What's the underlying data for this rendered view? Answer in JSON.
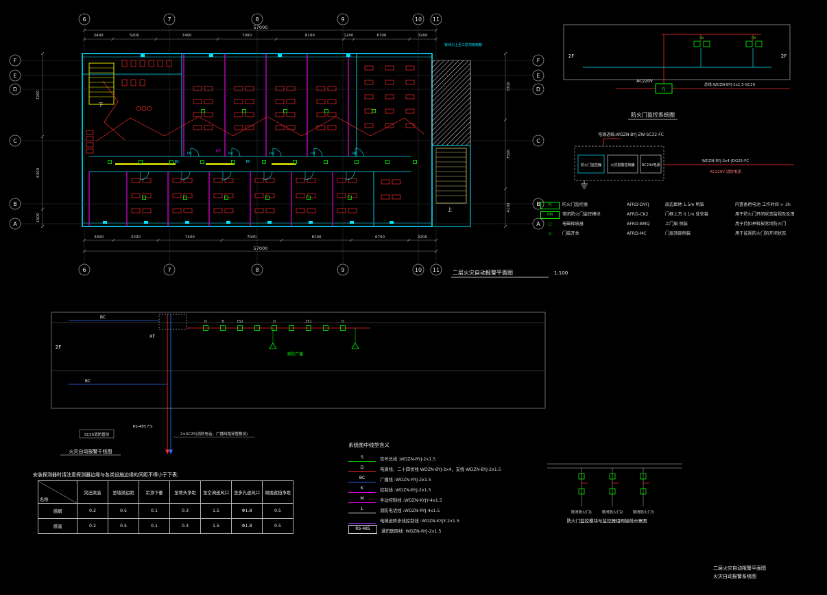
{
  "colors": {
    "background": "#000000",
    "wall_cyan": "#00e5ff",
    "partition_magenta": "#ff00ff",
    "furniture_red": "#ff2a2a",
    "detector_green": "#00ff00",
    "highlight_yellow": "#ffff00",
    "wire_blue": "#2e6bff",
    "wire_purple": "#9b30ff",
    "text_white": "#e8e8e8"
  },
  "plan": {
    "title": "二层火灾自动报警平面图",
    "scale": "1:100",
    "grid_cols": [
      "6",
      "7",
      "8",
      "9",
      "10",
      "11"
    ],
    "grid_rows": [
      "F",
      "E",
      "D",
      "C",
      "B",
      "A"
    ],
    "total_dim": "57000",
    "dims_top": [
      "3400",
      "5200",
      "7400",
      "7000",
      "8100",
      "1200",
      "6700",
      "3200"
    ],
    "dims_bottom": [
      "3400",
      "5200",
      "7400",
      "7000",
      "8100",
      "6700",
      "3200"
    ],
    "dims_left": [
      "7200",
      "6300",
      "1500"
    ],
    "dims_right": [
      "7200",
      "7500",
      "4100"
    ],
    "stair_down": "下",
    "stair_up": "上",
    "corridor_label_xf": "XF",
    "corridor_labels_bc": [
      "BC",
      "BC"
    ],
    "door_module_label": "FM",
    "annotation_top": "管线引上至三层顶板暗敷"
  },
  "door_system": {
    "floor_left": "2F",
    "floor_right": "2F",
    "module_label": "FM",
    "power_label": "AC220V",
    "controller_label": "FJ",
    "bus_spec": "总线:WDZN-BYJ-2x1.5-SC20",
    "title": "防火门监控系统图",
    "feeder_spec": "电源进线:WDZN-BYJ-ZW-SC32-FC",
    "panel_boxes": [
      "防火门监控器",
      "火灾报警控制器",
      "DC24V电源"
    ],
    "outgoing_spec": "WDZN-RYJ-3x4-JDG25-FC",
    "outgoing_power": "AC220V 消防电源"
  },
  "device_legend": {
    "rows": [
      {
        "symbol": "FJ",
        "name": "防火门监控器",
        "model": "AFRD-DYFJ",
        "install": "底边距地 1.5m 明装",
        "note": "内置备用电池 工作时间 > 3h"
      },
      {
        "symbol": "FM",
        "name": "常闭防火门监控模块",
        "model": "AFRD-CK2",
        "install": "门框上方 0.1m 处安装",
        "note": "用于防火门开闭状态监视及反馈"
      },
      {
        "symbol": "□",
        "name": "电磁释放器",
        "model": "AFRD-BMQ",
        "install": "上门扇 侧装",
        "note": "用于持扣并释放常闭防火门"
      },
      {
        "symbol": "⊙",
        "name": "门磁开关",
        "model": "AFRD-MC",
        "install": "门扇顶部侧装",
        "note": "用于监视防火门的开闭状态"
      }
    ]
  },
  "riser": {
    "floor_label": "2F",
    "bc_top": "BC",
    "bc_bottom": "BC",
    "xf_label": "XF",
    "device_labels": [
      "D",
      "B",
      "1S1",
      "D",
      "2S1",
      "D"
    ],
    "speaker_label": "消防广播",
    "pipe_note": "SC50消防管线",
    "rs485_note": "RS-485 F.S",
    "tel_note": "2×SC25(消防电话、广播线路穿管敷设)",
    "subtitle": "火灾自动报警干线图"
  },
  "spacing_note": "安装探测器时请注意探测器边缘与各类设施边缘的间距不得小于下表：",
  "spacing_table": {
    "corner": "名称",
    "headers": [
      "突出梁高",
      "至墙梁边距",
      "吊顶下垂",
      "至喷头净距",
      "至空调送风口",
      "至多孔送风口",
      "周围遮挡净距"
    ],
    "rows": [
      {
        "name": "感烟",
        "values": [
          "0.2",
          "0.5",
          "0.1",
          "0.3",
          "1.5",
          "Φ1.8",
          "0.5"
        ]
      },
      {
        "name": "感温",
        "values": [
          "0.2",
          "0.5",
          "0.1",
          "0.3",
          "1.5",
          "Φ1.8",
          "0.5"
        ]
      }
    ]
  },
  "wire_legend": {
    "title": "系统图中线型含义",
    "items": [
      {
        "tag": "S",
        "color": "#00bb00",
        "label": "信号总线",
        "spec": ":WDZN-RYJ-2x1.5"
      },
      {
        "tag": "D",
        "color": "#ff2a2a",
        "label": "电源线、二十四伏线",
        "spec": "WDZN-BYJ-2x4，支线 WDZN-BYJ-2x1.5"
      },
      {
        "tag": "BC",
        "color": "#2e6bff",
        "label": "广播线",
        "spec": ":WDZN-RYJ-2x1.5"
      },
      {
        "tag": "K",
        "color": "#ff00ff",
        "label": "控制线",
        "spec": ":WDZN-BYJ-2x1.5"
      },
      {
        "tag": "M",
        "color": "#ff00ff",
        "label": "手动控制线",
        "spec": ":WDZN-KYJY-4x1.5"
      },
      {
        "tag": "L",
        "color": "#e8e8e8",
        "label": "消防电话线",
        "spec": ":WDZN-RYJ-4x1.5"
      },
      {
        "tag": "",
        "color": "#9b30ff",
        "label": "电梯迫降多线控制线",
        "spec": ":WDZN-KYJY-2x1.5"
      },
      {
        "tag": "RS-485",
        "color": "#e8e8e8",
        "label": "通讯联网线",
        "spec": ":WDZN-RYJ-2x1.5"
      }
    ]
  },
  "door_network": {
    "branch_labels": [
      "常闭防火门1",
      "常闭防火门2",
      "常闭防火门3"
    ],
    "caption": "防火门监控模块与监控器组网接线示意图"
  },
  "title_block": {
    "line1": "二层火灾自动报警平面图",
    "line2": "火灾自动报警系统图"
  }
}
